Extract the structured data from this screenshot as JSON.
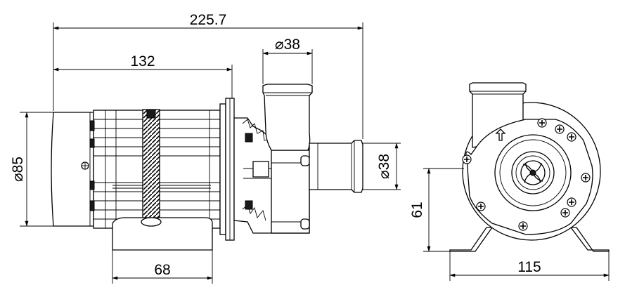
{
  "dimensions": {
    "overall_length": "225.7",
    "motor_length": "132",
    "outlet_diameter": "⌀38",
    "inlet_diameter": "⌀38",
    "motor_diameter": "⌀85",
    "base_width": "68",
    "shaft_height": "61",
    "foot_span": "115"
  },
  "icons": {
    "screw": "screw-head-icon",
    "impeller": "impeller-icon",
    "flow_arrow": "flow-direction-arrow-icon"
  }
}
